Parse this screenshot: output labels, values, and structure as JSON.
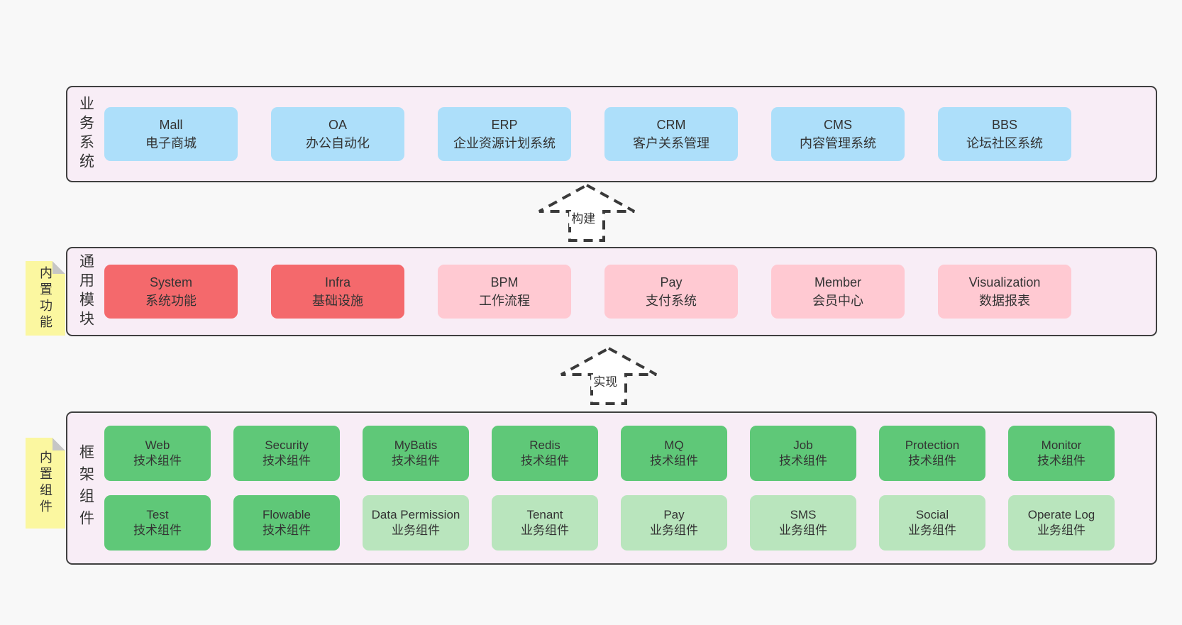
{
  "colors": {
    "page_bg": "#f8f8f8",
    "section_bg": "#f8edf6",
    "section_border": "#404040",
    "blue": "#addffa",
    "red": "#f4696c",
    "pink": "#ffc9d2",
    "green": "#5fc878",
    "light_green": "#b9e5bd",
    "note_yellow": "#fbf7a0",
    "text": "#333333"
  },
  "sections": {
    "business": {
      "label": "业务系统",
      "boxes": [
        {
          "title": "Mall",
          "subtitle": "电子商城"
        },
        {
          "title": "OA",
          "subtitle": "办公自动化"
        },
        {
          "title": "ERP",
          "subtitle": "企业资源计划系统"
        },
        {
          "title": "CRM",
          "subtitle": "客户关系管理"
        },
        {
          "title": "CMS",
          "subtitle": "内容管理系统"
        },
        {
          "title": "BBS",
          "subtitle": "论坛社区系统"
        }
      ]
    },
    "modules": {
      "label": "通用模块",
      "note": "内置功能",
      "boxes": [
        {
          "title": "System",
          "subtitle": "系统功能",
          "variant": "red"
        },
        {
          "title": "Infra",
          "subtitle": "基础设施",
          "variant": "red"
        },
        {
          "title": "BPM",
          "subtitle": "工作流程",
          "variant": "pink"
        },
        {
          "title": "Pay",
          "subtitle": "支付系统",
          "variant": "pink"
        },
        {
          "title": "Member",
          "subtitle": "会员中心",
          "variant": "pink"
        },
        {
          "title": "Visualization",
          "subtitle": "数据报表",
          "variant": "pink"
        }
      ]
    },
    "components": {
      "label": "框架组件",
      "note": "内置组件",
      "row1": [
        {
          "title": "Web",
          "subtitle": "技术组件",
          "variant": "green"
        },
        {
          "title": "Security",
          "subtitle": "技术组件",
          "variant": "green"
        },
        {
          "title": "MyBatis",
          "subtitle": "技术组件",
          "variant": "green"
        },
        {
          "title": "Redis",
          "subtitle": "技术组件",
          "variant": "green"
        },
        {
          "title": "MQ",
          "subtitle": "技术组件",
          "variant": "green"
        },
        {
          "title": "Job",
          "subtitle": "技术组件",
          "variant": "green"
        },
        {
          "title": "Protection",
          "subtitle": "技术组件",
          "variant": "green"
        },
        {
          "title": "Monitor",
          "subtitle": "技术组件",
          "variant": "green"
        }
      ],
      "row2": [
        {
          "title": "Test",
          "subtitle": "技术组件",
          "variant": "green"
        },
        {
          "title": "Flowable",
          "subtitle": "技术组件",
          "variant": "green"
        },
        {
          "title": "Data Permission",
          "subtitle": "业务组件",
          "variant": "light-green"
        },
        {
          "title": "Tenant",
          "subtitle": "业务组件",
          "variant": "light-green"
        },
        {
          "title": "Pay",
          "subtitle": "业务组件",
          "variant": "light-green"
        },
        {
          "title": "SMS",
          "subtitle": "业务组件",
          "variant": "light-green"
        },
        {
          "title": "Social",
          "subtitle": "业务组件",
          "variant": "light-green"
        },
        {
          "title": "Operate Log",
          "subtitle": "业务组件",
          "variant": "light-green"
        }
      ]
    }
  },
  "arrows": [
    {
      "label": "构建"
    },
    {
      "label": "实现"
    }
  ]
}
